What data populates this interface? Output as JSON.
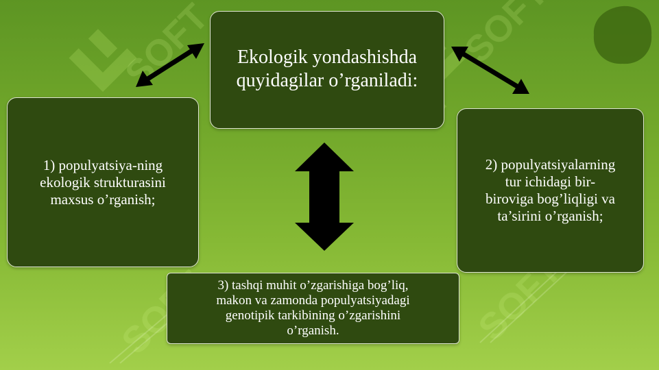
{
  "diagram": {
    "center_title": "Ekologik yondashishda\nquyidagilar o’rganiladi:",
    "items": [
      {
        "id": "left",
        "text": "1) populyatsiya-ning\nekologik strukturasini\nmaxsus o’rganish;"
      },
      {
        "id": "right",
        "text": "2) populyatsiyalarning\ntur ichidagi bir-\nbiroviga bog’liqligi va\nta’sirini o’rganish;"
      },
      {
        "id": "bottom",
        "text": "3) tashqi muhit o’zgarishiga bog’liq,\nmakon va zamonda populyatsiyadagi\ngenotipik tarkibining o’zgarishini\no’rganish."
      }
    ],
    "colors": {
      "box_fill": "#2f4a10",
      "box_border": "#dfe6d2",
      "arrow": "#000000",
      "background_top": "#5d9523",
      "background_bottom": "#a2cf4a"
    }
  },
  "watermark": {
    "text": "SOFT",
    "icon": "xsoft-logo-icon"
  }
}
